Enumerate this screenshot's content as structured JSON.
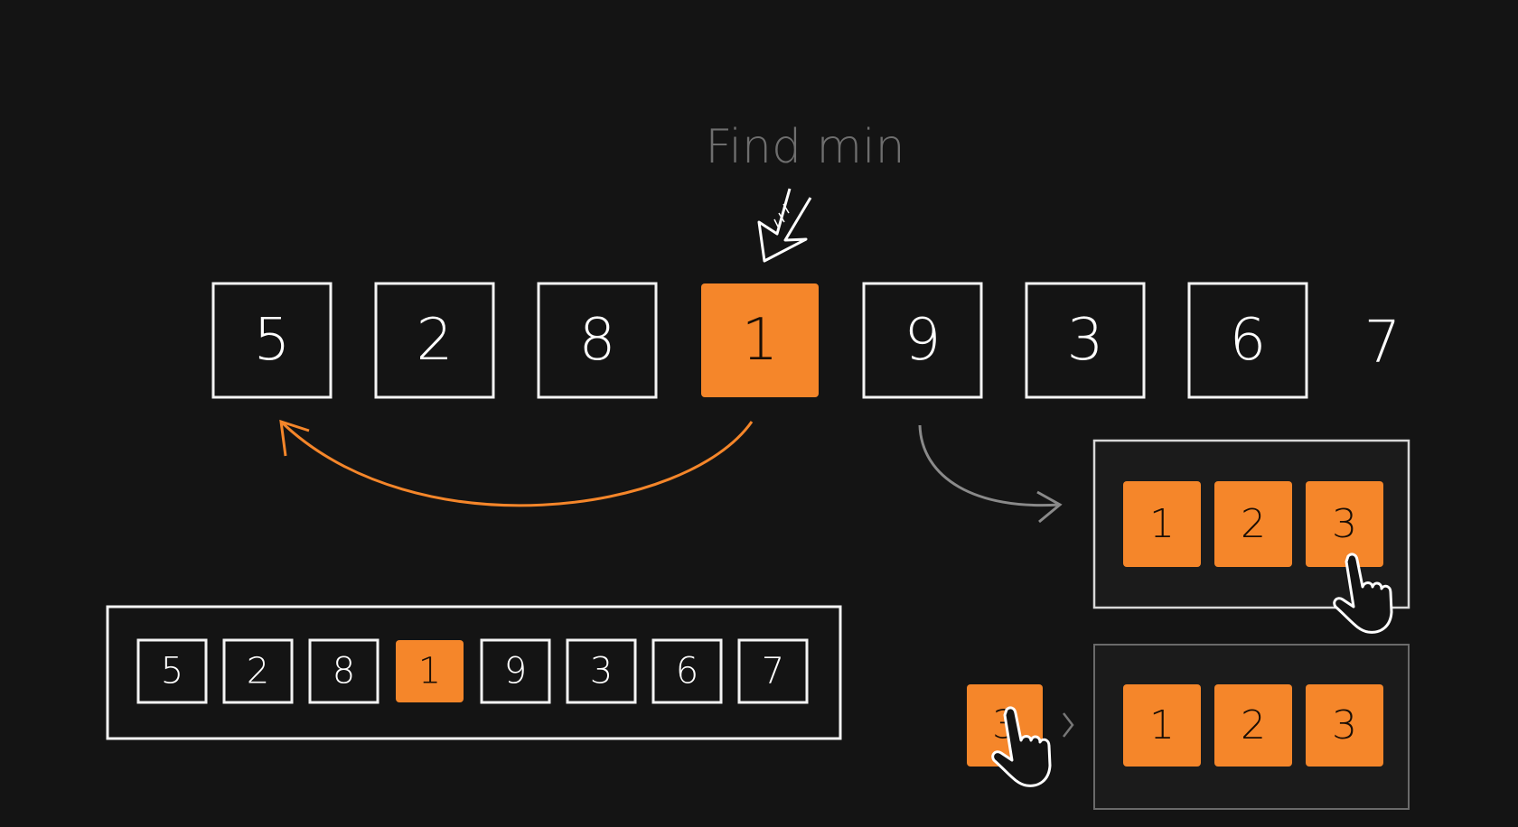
{
  "title": "Find min",
  "main_row": {
    "cells": [
      {
        "value": "5",
        "highlight": false
      },
      {
        "value": "2",
        "highlight": false
      },
      {
        "value": "8",
        "highlight": false
      },
      {
        "value": "1",
        "highlight": true
      },
      {
        "value": "9",
        "highlight": false
      },
      {
        "value": "3",
        "highlight": false
      },
      {
        "value": "6",
        "highlight": false
      }
    ],
    "trailing": "7"
  },
  "mini_array": [
    "5",
    "2",
    "8",
    "1",
    "9",
    "3",
    "6",
    "7"
  ],
  "mini_highlight_index": 3,
  "sorted_panel_top": [
    "1",
    "2",
    "3"
  ],
  "sorted_panel_bottom": [
    "1",
    "2",
    "3"
  ],
  "dragged_cell": "3",
  "colors": {
    "accent": "#f5862a",
    "background": "#141414",
    "stroke": "#f4f4f4",
    "muted": "#777777"
  },
  "icons": [
    "hand-drawn-arrow-icon",
    "hand-pointer-icon",
    "chevron-right-icon",
    "swap-arrow-icon"
  ]
}
